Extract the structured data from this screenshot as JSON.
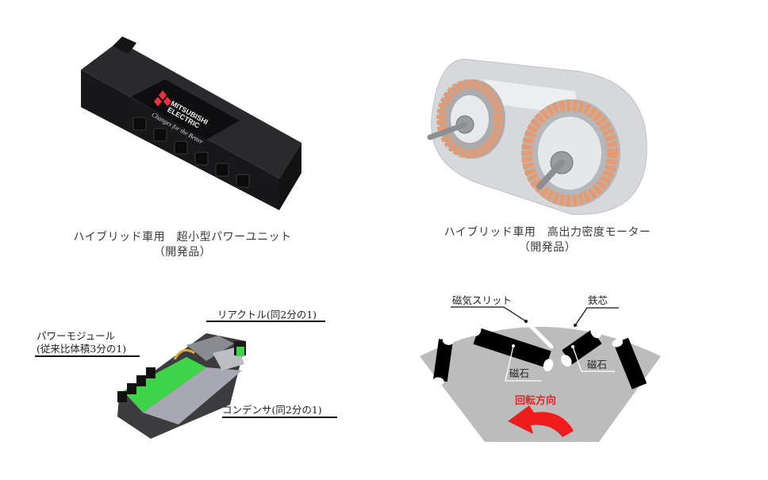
{
  "panels": {
    "power_unit_photo": {
      "caption_line1": "ハイブリッド車用　超小型パワーユニット",
      "caption_line2": "（開発品）",
      "logo": {
        "brand_line1": "MITSUBISHI",
        "brand_line2": "ELECTRIC",
        "tagline": "Changes for the Better",
        "logo_color": "#e8323c"
      },
      "body_color": "#1f1f21"
    },
    "motor_photo": {
      "caption_line1": "ハイブリッド車用　高出力密度モーター",
      "caption_line2": "（開発品）",
      "housing_color": "#d8dadd",
      "coil_color": "#e59a70"
    },
    "power_unit_diagram": {
      "labels": {
        "reactor": "リアクトル(同2分の1)",
        "power_module_line1": "パワーモジュール",
        "power_module_line2": "(従来比体積3分の1)",
        "capacitor": "コンデンサ(同2分の1)"
      },
      "colors": {
        "board": "#3fd34a",
        "capacitor": "#a7a8b4",
        "housing": "#555558"
      }
    },
    "rotor_diagram": {
      "labels": {
        "magnetic_slit": "磁気スリット",
        "iron_core": "鉄芯",
        "magnet_left": "磁石",
        "magnet_right": "磁石",
        "rotation_direction": "回転方向"
      },
      "colors": {
        "core": "#bcbcbc",
        "magnet": "#000000",
        "arrow": "#ee1c1c"
      }
    }
  }
}
